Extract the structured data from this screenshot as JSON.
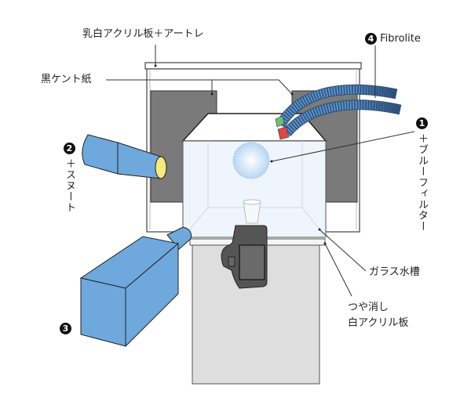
{
  "labels": {
    "top_panel": "乳白アクリル板＋アートレ",
    "black_paper": "黒ケント紙",
    "fibrolite_num": "4",
    "fibrolite": "Fibrolite",
    "blue_filter_num": "1",
    "blue_filter": "＋ブルーフィルター",
    "snoot_num": "2",
    "snoot": "＋スヌート",
    "light3_num": "3",
    "glass_tank": "ガラス水槽",
    "matte_line1": "つや消し",
    "matte_line2": "白アクリル板"
  },
  "colors": {
    "light_blue": "#6fa8dc",
    "black_paper": "#7a7a7a",
    "table": "#dedede",
    "camera": "#555555"
  }
}
